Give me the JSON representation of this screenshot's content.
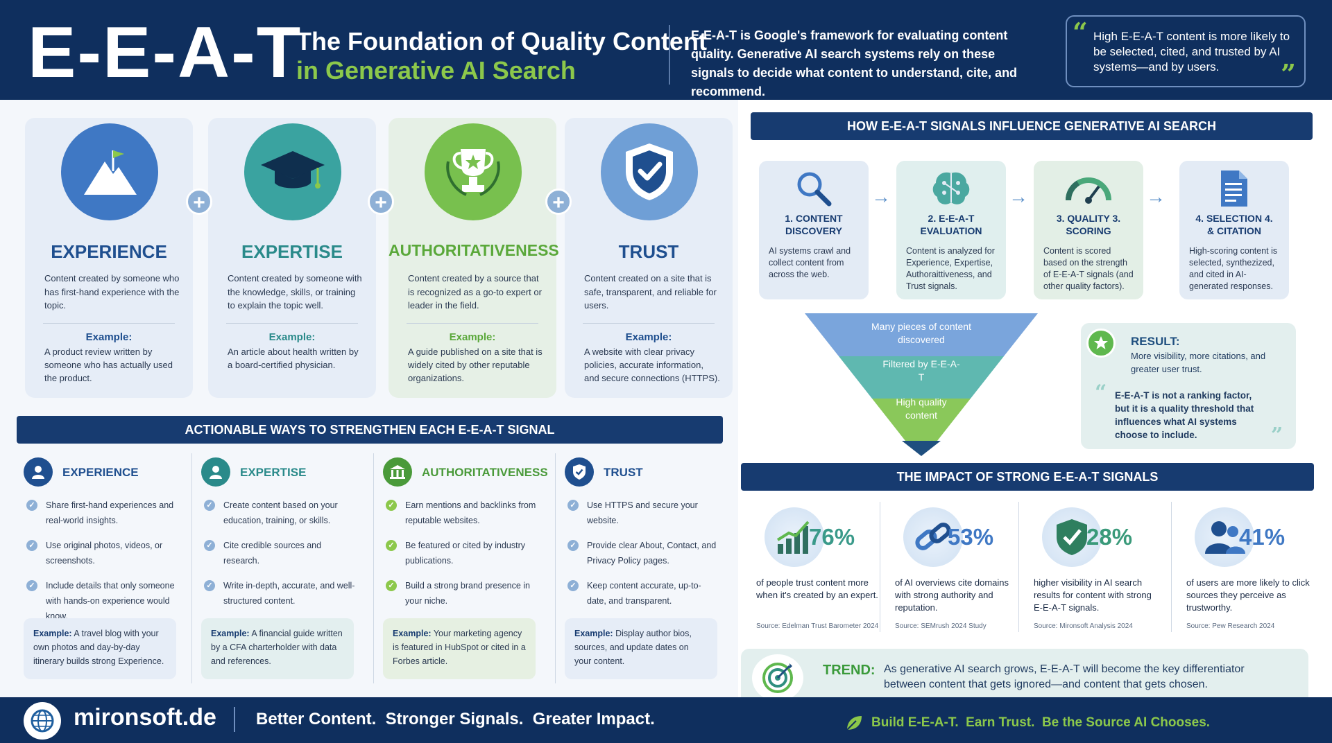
{
  "header": {
    "big_title": "E-E-A-T",
    "title_line1": "The Foundation of Quality Content",
    "title_line2": "in Generative AI Search",
    "description": "E-E-A-T is Google's framework for evaluating content quality. Generative AI search systems rely on these signals to decide what content to understand, cite, and recommend.",
    "quote": "High E-E-A-T content is more likely to be selected, cited, and trusted by AI systems—and by users.",
    "quote_open": "“",
    "quote_close": "”"
  },
  "pillars": [
    {
      "title": "EXPERIENCE",
      "icon": "mountain-flag-icon",
      "color": "#1f4f8f",
      "circle": "#3f78c4",
      "desc": "Content created by someone who has first-hand experience with the topic.",
      "example_label": "Example:",
      "example": "A product review written by someone who has actually used the product."
    },
    {
      "title": "EXPERTISE",
      "icon": "graduation-cap-icon",
      "color": "#2a8a8a",
      "circle": "#3aa3a0",
      "desc": "Content created by someone with the knowledge, skills, or training to explain the topic well.",
      "example_label": "Example:",
      "example": "An article about health written by a board-certified physician."
    },
    {
      "title": "AUTHORITATIVENESS",
      "icon": "trophy-icon",
      "color": "#5aa83a",
      "circle": "#78c04e",
      "desc": "Content created by a source that is recognized as a go-to expert or leader in the field.",
      "example_label": "Example:",
      "example": "A guide published on a site that is widely cited by other reputable organizations."
    },
    {
      "title": "TRUST",
      "icon": "shield-check-icon",
      "color": "#1f4f8f",
      "circle": "#6f9fd6",
      "desc": "Content created on a site that is safe, transparent, and reliable for users.",
      "example_label": "Example:",
      "example": "A website with clear privacy policies, accurate information, and secure connections (HTTPS)."
    }
  ],
  "plus_sign": "+",
  "actionable": {
    "banner": "ACTIONABLE WAYS TO STRENGTHEN EACH E-E-A-T SIGNAL",
    "columns": [
      {
        "title": "EXPERIENCE",
        "icon": "user-icon",
        "color": "#1f4f8f",
        "items": [
          "Share first-hand experiences and real-world insights.",
          "Use original photos, videos, or screenshots.",
          "Include details that only someone with hands-on experience would know."
        ],
        "example_label": "Example:",
        "example": "A travel blog with your own photos and day-by-day itinerary builds strong Experience."
      },
      {
        "title": "EXPERTISE",
        "icon": "user-icon",
        "color": "#2a8a8a",
        "items": [
          "Create content based on your education, training, or skills.",
          "Cite credible sources and research.",
          "Write in-depth, accurate, and well-structured content."
        ],
        "example_label": "Example:",
        "example": "A financial guide written by a CFA charterholder with data and references."
      },
      {
        "title": "AUTHORITATIVENESS",
        "icon": "building-icon",
        "color": "#4a9a3a",
        "items": [
          "Earn mentions and backlinks from reputable websites.",
          "Be featured or cited by industry publications.",
          "Build a strong brand presence in your niche."
        ],
        "example_label": "Example:",
        "example": "Your marketing agency is featured in HubSpot or cited in a Forbes article."
      },
      {
        "title": "TRUST",
        "icon": "shield-check-icon",
        "color": "#1f4f8f",
        "items": [
          "Use HTTPS and secure your website.",
          "Provide clear About, Contact, and Privacy Policy pages.",
          "Keep content accurate, up-to-date, and transparent."
        ],
        "example_label": "Example:",
        "example": "Display author bios, sources, and update dates on your content."
      }
    ]
  },
  "footer_left": {
    "brand": "mironsoft.de",
    "tagline": "Better Content.  Stronger Signals.  Greater Impact."
  },
  "how": {
    "banner": "HOW E-E-A-T SIGNALS INFLUENCE GENERATIVE AI SEARCH",
    "steps": [
      {
        "icon": "magnifier-icon",
        "title": "1. CONTENT DISCOVERY",
        "desc": "AI systems crawl and collect content from across the web."
      },
      {
        "icon": "brain-icon",
        "title": "2. E-E-A-T EVALUATION",
        "desc": "Content is analyzed for Experience, Expertise, Authoraittiveness, and Trust signals."
      },
      {
        "icon": "gauge-icon",
        "title": "3. QUALITY 3. SCORING",
        "desc": "Content is scored based on the strength of E-E-A-T signals (and other quality factors)."
      },
      {
        "icon": "document-icon",
        "title": "4. SELECTION 4.  & CITATION",
        "desc": "High-scoring content is selected, synthezized, and cited in AI-generated responses."
      }
    ],
    "arrow": "→",
    "funnel": [
      "Many pieces of content discovered",
      "Filtered by E-E-A-T",
      "High quality content"
    ],
    "result_label": "RESULT:",
    "result_text": "More visibility, more citations, and greater user trust.",
    "result_quote": "E-E-A-T is not a ranking factor, but it is a quality threshold that influences what AI systems choose to include."
  },
  "impact": {
    "banner": "THE IMPACT OF STRONG E-E-A-T SIGNALS",
    "stats": [
      {
        "icon": "bar-chart-icon",
        "pct": "76%",
        "text": "of people trust content more when it's created by an expert.",
        "source": "Source: Edelman Trust Barometer 2024",
        "color": "#3a9a8a"
      },
      {
        "icon": "link-icon",
        "pct": "53%",
        "text": "of AI overviews cite domains with strong authority and reputation.",
        "source": "Source: SEMrush 2024 Study",
        "color": "#3f78c4"
      },
      {
        "icon": "shield-check-icon",
        "pct": "28%",
        "text": "higher visibility in AI search results for content with strong E-E-A-T signals.",
        "source": "Source: Mironsoft Analysis 2024",
        "color": "#3a9a7a"
      },
      {
        "icon": "users-icon",
        "pct": "41%",
        "text": "of users are more likely to click sources they perceive as trustworthy.",
        "source": "Source: Pew Research 2024",
        "color": "#3f78c4"
      }
    ]
  },
  "trend": {
    "label": "TREND:",
    "text": "As generative AI search grows, E-E-A-T will become the key differentiator between content that gets ignored—and content that gets chosen."
  },
  "footer_right": {
    "tagline": "Build E-E-A-T.  Earn Trust.  Be the Source AI Chooses."
  }
}
